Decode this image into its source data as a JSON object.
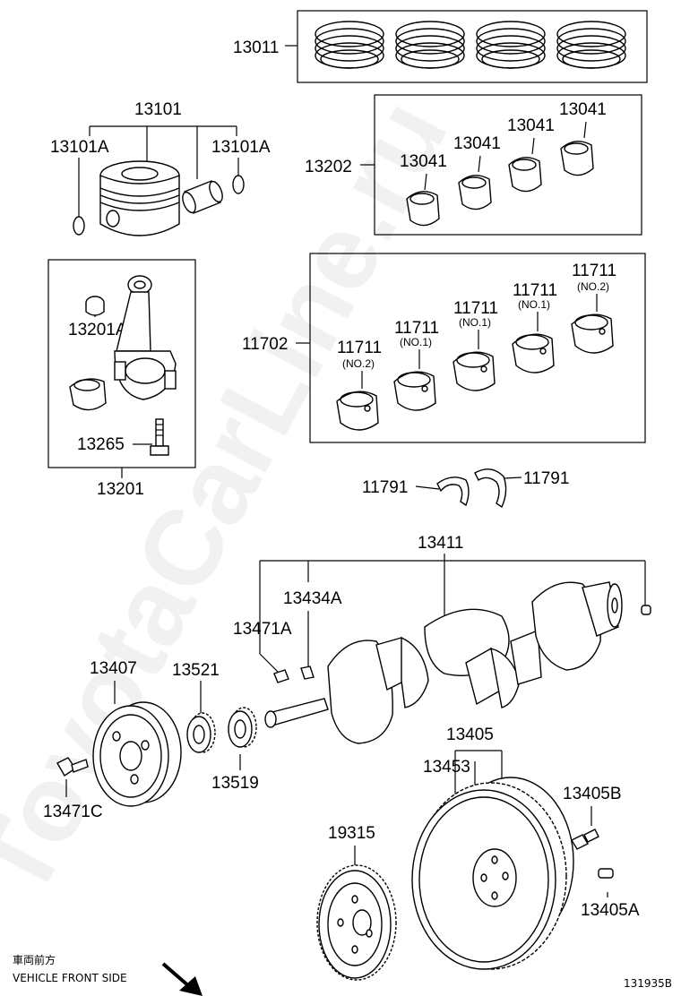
{
  "watermark": "ToyotaCarLine.ru",
  "labels": {
    "p13011": "13011",
    "p13101": "13101",
    "p13101A_left": "13101A",
    "p13101A_right": "13101A",
    "p13202": "13202",
    "p13041_a": "13041",
    "p13041_b": "13041",
    "p13041_c": "13041",
    "p13041_d": "13041",
    "p13201A": "13201A",
    "p13265": "13265",
    "p13201": "13201",
    "p11702": "11702",
    "p11711_a": "11711",
    "p11711_a_sub": "(NO.2)",
    "p11711_b": "11711",
    "p11711_b_sub": "(NO.1)",
    "p11711_c": "11711",
    "p11711_c_sub": "(NO.1)",
    "p11711_d": "11711",
    "p11711_d_sub": "(NO.1)",
    "p11711_e": "11711",
    "p11711_e_sub": "(NO.2)",
    "p11791_left": "11791",
    "p11791_right": "11791",
    "p13411": "13411",
    "p13434A": "13434A",
    "p13471A": "13471A",
    "p13407": "13407",
    "p13521": "13521",
    "p13519": "13519",
    "p13471C": "13471C",
    "p13405": "13405",
    "p13453": "13453",
    "p13405B": "13405B",
    "p19315": "19315",
    "p13405A": "13405A"
  },
  "front_side_jp": "車両前方",
  "front_side_en": "VEHICLE FRONT SIDE",
  "diagram_id": "131935B"
}
